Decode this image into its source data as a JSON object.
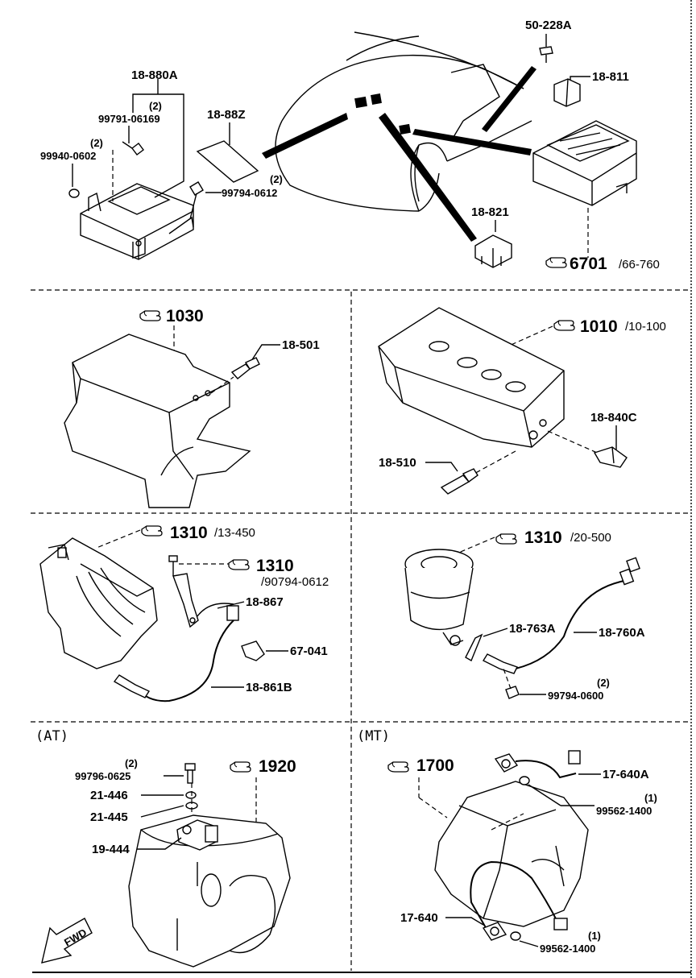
{
  "labels": {
    "p18_880A": "18-880A",
    "p99791": "99791-06169",
    "q99791": "(2)",
    "p99940": "99940-0602",
    "q99940": "(2)",
    "p18_88Z": "18-88Z",
    "p99794a": "99794-0612",
    "q99794a": "(2)",
    "p50_228A": "50-228A",
    "p18_811": "18-811",
    "p18_821": "18-821",
    "p18_501": "18-501",
    "p18_840C": "18-840C",
    "p18_510": "18-510",
    "p18_867": "18-867",
    "p67_041": "67-041",
    "p18_861B": "18-861B",
    "p18_763A": "18-763A",
    "p18_760A": "18-760A",
    "p99794b": "99794-0600",
    "q99794b": "(2)",
    "p99796": "99796-0625",
    "q99796": "(2)",
    "p21_446": "21-446",
    "p21_445": "21-445",
    "p19_444": "19-444",
    "p17_640A": "17-640A",
    "p99562a": "99562-1400",
    "q99562a": "(1)",
    "p17_640": "17-640",
    "p99562b": "99562-1400",
    "q99562b": "(1)"
  },
  "refs": {
    "r6701": "6701",
    "r6701s": "/66-760",
    "r1030": "1030",
    "r1010": "1010",
    "r1010s": "/10-100",
    "r1310a": "1310",
    "r1310as": "/13-450",
    "r1310b": "1310",
    "r1310bs": "/90794-0612",
    "r1310c": "1310",
    "r1310cs": "/20-500",
    "r1920": "1920",
    "r1700": "1700"
  },
  "sections": {
    "at": "(AT)",
    "mt": "(MT)"
  },
  "fwd": "FWD",
  "icon": "pointing-hand-icon"
}
